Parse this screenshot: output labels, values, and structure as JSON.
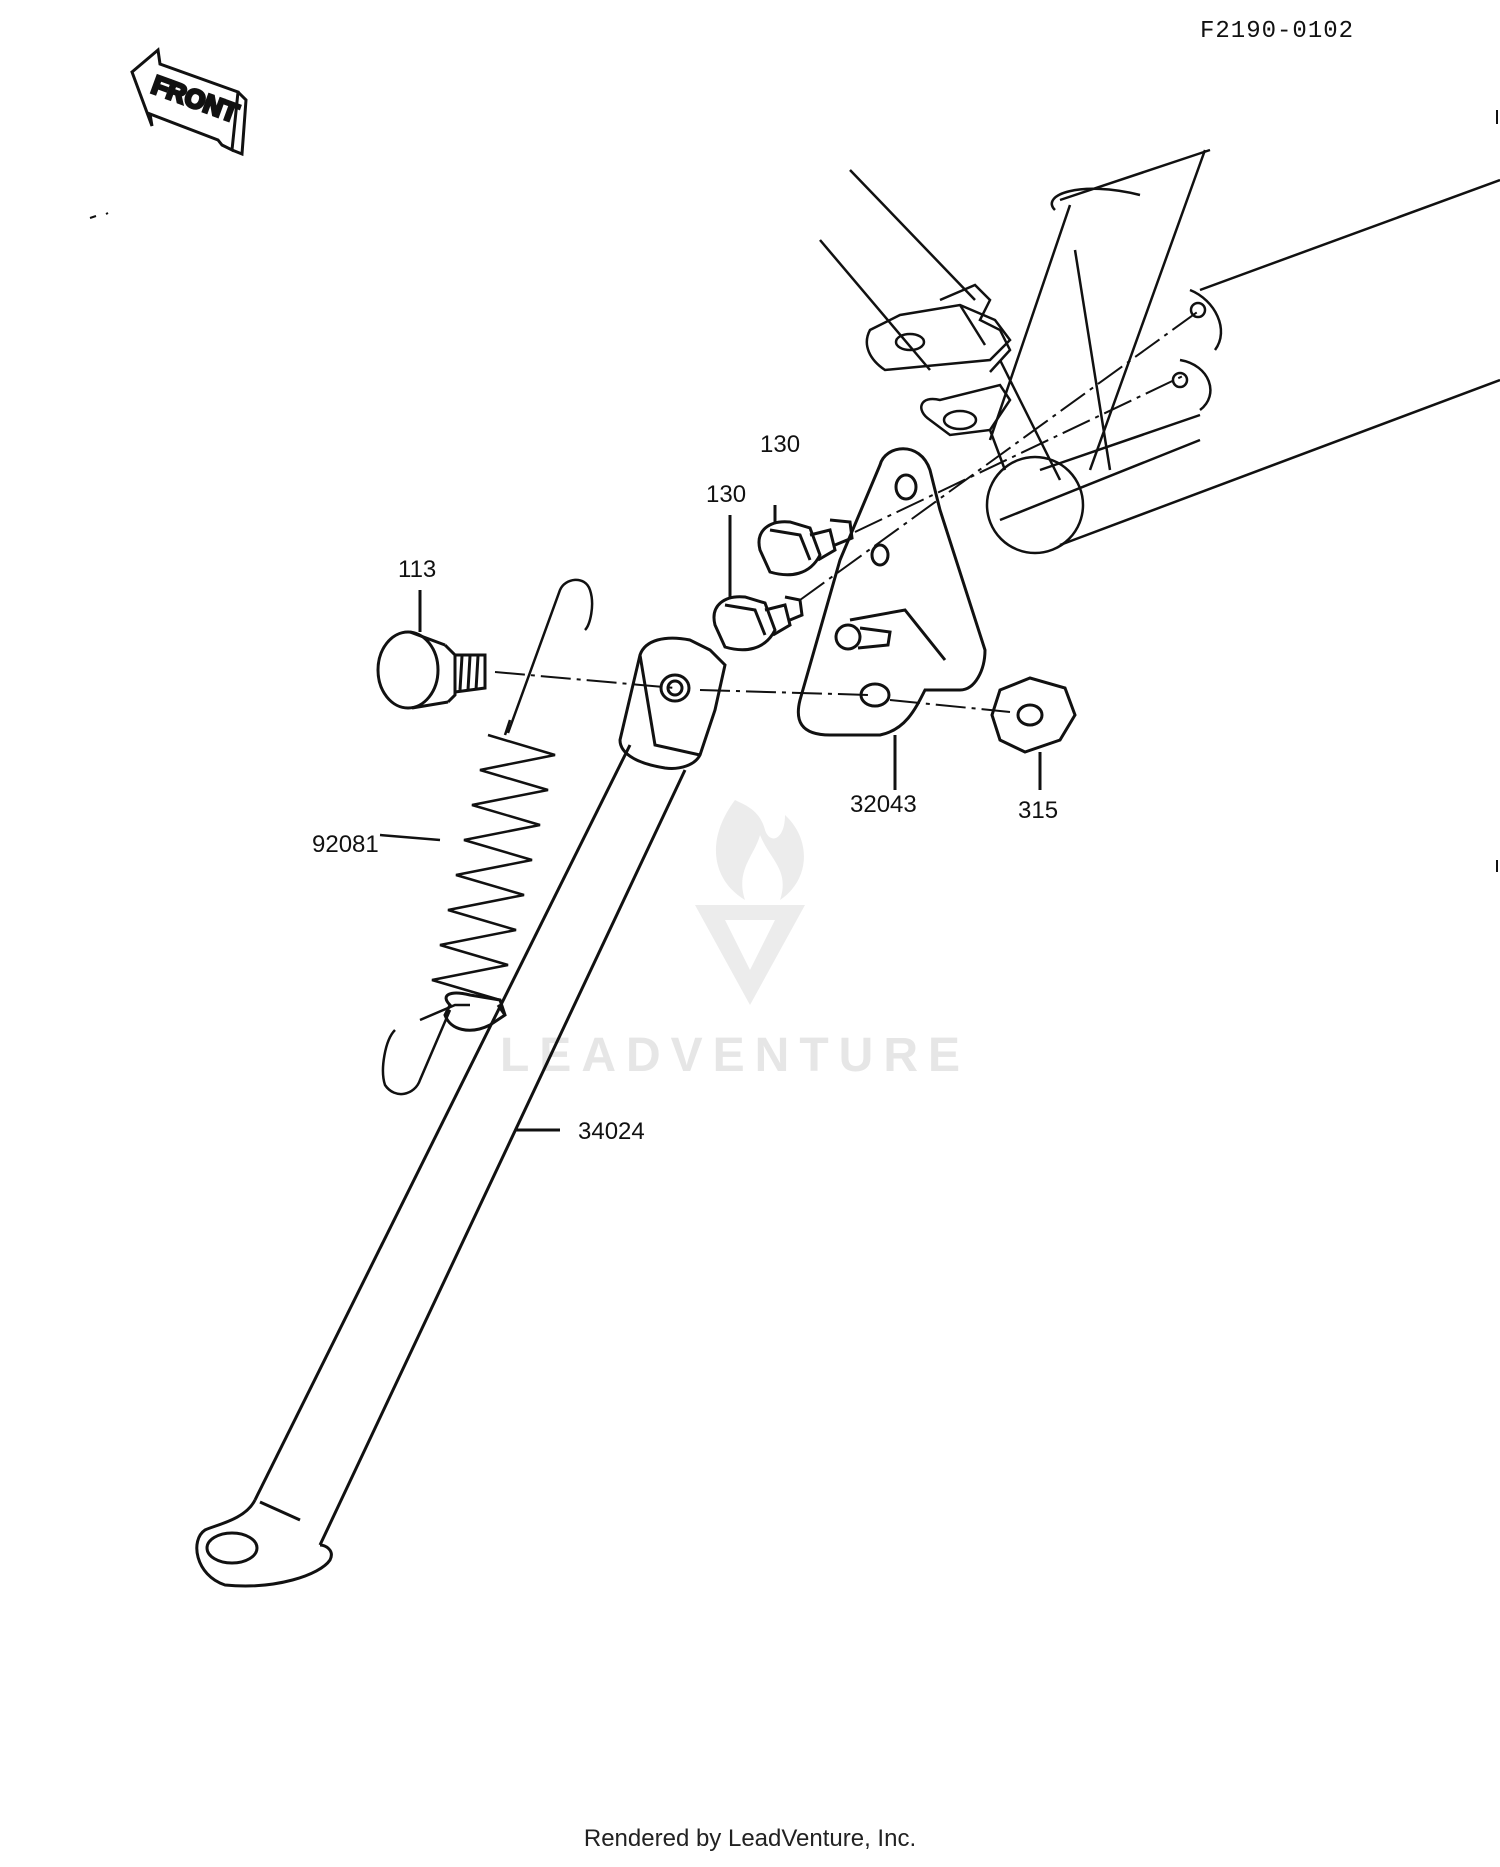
{
  "diagram": {
    "code": "F2190-0102",
    "front_arrow_text": "FRONT",
    "watermark_text": "LEADVENTURE",
    "footer": "Rendered by LeadVenture, Inc.",
    "callouts": [
      {
        "id": "130a",
        "label": "130"
      },
      {
        "id": "130b",
        "label": "130"
      },
      {
        "id": "113",
        "label": "113"
      },
      {
        "id": "92081",
        "label": "92081"
      },
      {
        "id": "32043",
        "label": "32043"
      },
      {
        "id": "315",
        "label": "315"
      },
      {
        "id": "34024",
        "label": "34024"
      }
    ]
  }
}
